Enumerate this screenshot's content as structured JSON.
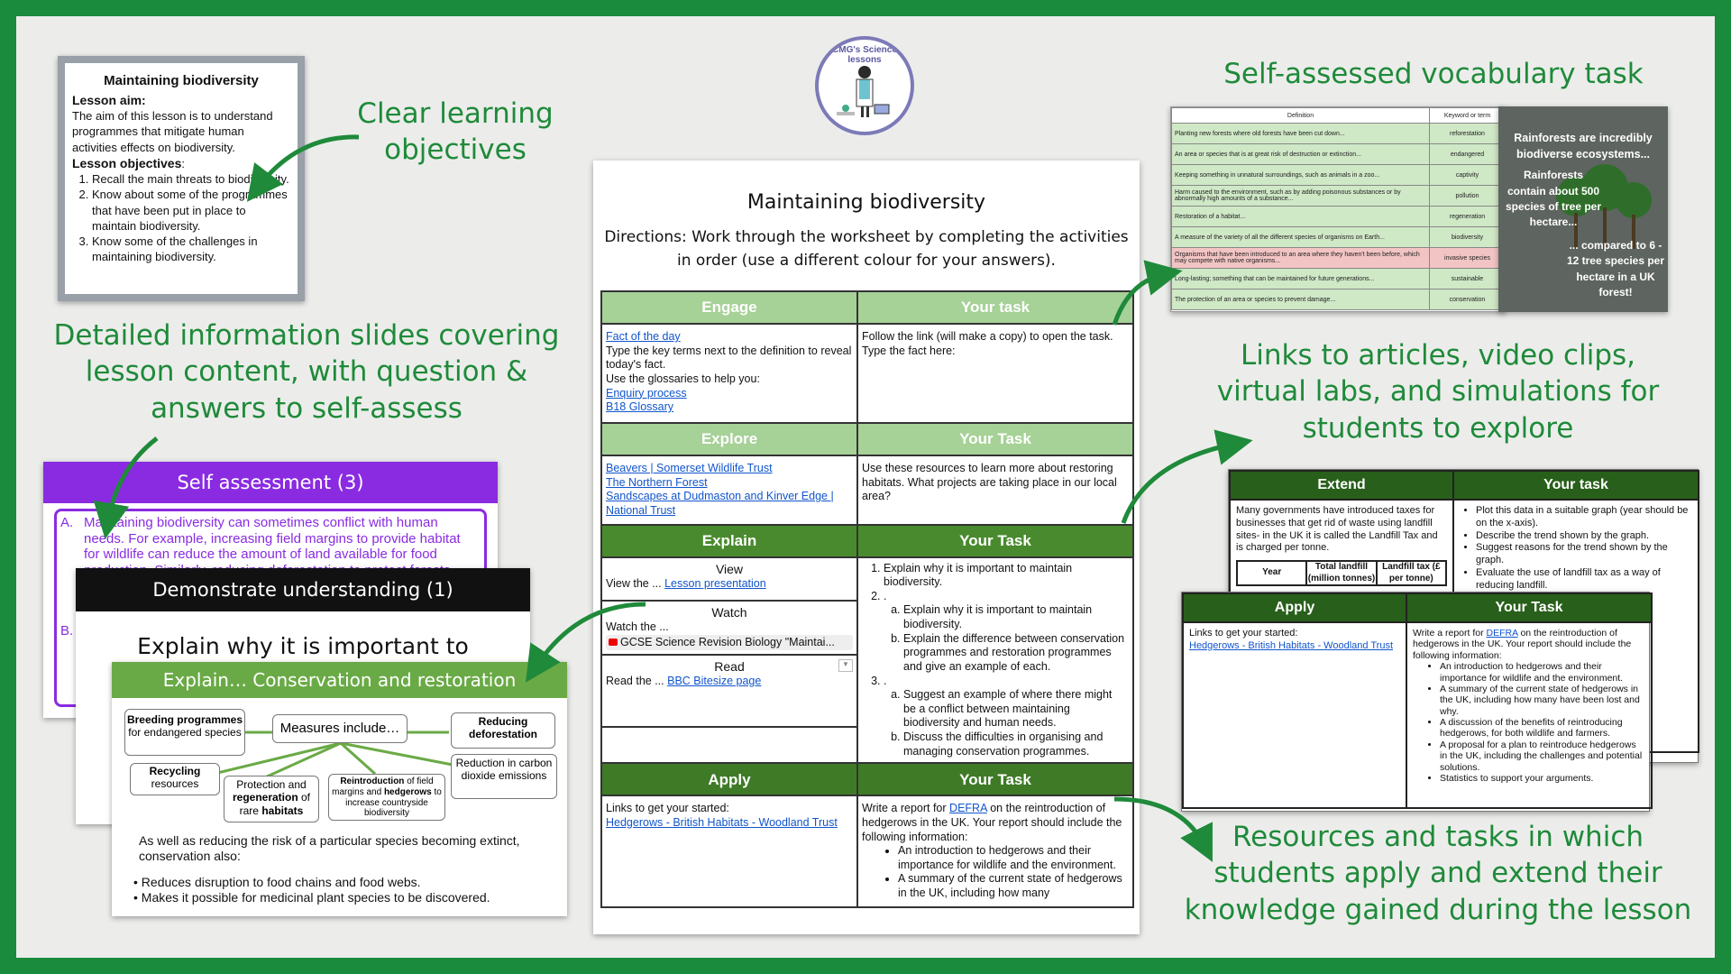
{
  "callouts": {
    "objectives": "Clear learning objectives",
    "information": "Detailed information slides covering lesson content, with question & answers to self-assess",
    "vocabulary": "Self-assessed vocabulary task",
    "links": "Links to articles, video clips, virtual labs, and simulations for students to explore",
    "resources": "Resources and tasks in which students apply and extend their knowledge gained during the lesson"
  },
  "logo": {
    "text": "CMG's Science lessons"
  },
  "objectives_card": {
    "title": "Maintaining biodiversity",
    "aim_label": "Lesson aim:",
    "aim": "The aim of this lesson is to understand programmes that mitigate human activities effects on biodiversity.",
    "objectives_label": "Lesson objectives",
    "objectives": [
      "Recall the main threats to biodiversity.",
      "Know about some of the programmes that have been put in place to maintain biodiversity.",
      "Know some of the challenges in maintaining biodiversity."
    ]
  },
  "slides": {
    "self_assessment": {
      "title": "Self assessment (3)",
      "letter_a": "A.",
      "text": "Maintaining biodiversity can sometimes conflict with human needs. For example, increasing field margins to provide habitat for wildlife can reduce the amount of land available for food production. Similarly, reducing deforestation to protect forests",
      "letter_b": "B."
    },
    "demonstrate": {
      "title": "Demonstrate understanding (1)",
      "text": "Explain why it is important to"
    },
    "explain": {
      "title": "Explain… Conservation and restoration",
      "center": "Measures include…",
      "breeding_b": "Breeding programmes",
      "breeding_r": "for endangered species",
      "recycling_b": "Recycling",
      "recycling_r": "resources",
      "protection_a": "Protection and",
      "protection_b": "regeneration",
      "protection_c": "of rare",
      "protection_d": "habitats",
      "reintro_a": "Reintroduction",
      "reintro_b": "of field margins and",
      "reintro_c": "hedgerows",
      "reintro_d": "to increase countryside biodiversity",
      "reducing_def": "Reducing deforestation",
      "reducing_carbon": "Reduction in carbon dioxide emissions",
      "paragraph": "As well as reducing the risk of a particular species becoming extinct, conservation also:",
      "bullets": [
        "Reduces disruption to food chains and food webs.",
        "Makes it possible for medicinal plant species to be discovered."
      ]
    }
  },
  "worksheet": {
    "title": "Maintaining biodiversity",
    "directions": "Directions: Work through the worksheet by completing the activities in order (use a different colour for your answers).",
    "your_task_1": "Your task",
    "your_task_2": "Your Task",
    "engage": {
      "label": "Engage",
      "link1": "Fact of the day",
      "text1": "Type the key terms next to the definition to reveal today's fact.",
      "text2": "Use the glossaries to help you:",
      "link2": "Enquiry process",
      "link3": "B18 Glossary",
      "task": "Follow the link (will make a copy) to open the task. Type the fact here:"
    },
    "explore": {
      "label": "Explore",
      "links": [
        "Beavers | Somerset Wildlife Trust",
        "The Northern Forest",
        "Sandscapes at Dudmaston and Kinver Edge | National Trust"
      ],
      "task": "Use these resources to learn more about restoring habitats. What projects are taking place in our local area?"
    },
    "explain": {
      "label": "Explain",
      "view_label": "View",
      "view_text": "View the ...",
      "view_link": "Lesson presentation",
      "watch_label": "Watch",
      "watch_text": "Watch the ...",
      "watch_chip": "GCSE Science Revision Biology \"Maintai...",
      "read_label": "Read",
      "read_text": "Read the ...",
      "read_link": "BBC Bitesize page",
      "q1": "Explain why it is important to maintain biodiversity.",
      "q2a": "Explain why it is important to maintain biodiversity.",
      "q2b": "Explain the difference between conservation programmes and restoration programmes and give an example of each.",
      "q3a": "Suggest an example of where there might be a conflict between maintaining biodiversity and human needs.",
      "q3b": "Discuss the difficulties in organising and managing conservation programmes."
    },
    "apply": {
      "label": "Apply",
      "text": "Links to get your started:",
      "link": "Hedgerows - British Habitats - Woodland Trust",
      "task_a": "Write a report for",
      "task_link": "DEFRA",
      "task_b": "on the reintroduction of hedgerows in the UK. Your report should include the following information:",
      "bullets": [
        "An introduction to hedgerows and their importance for wildlife and the environment.",
        "A summary of the current state of hedgerows in the UK, including how many"
      ]
    }
  },
  "vocab": {
    "col1": "Definition",
    "col2": "Keyword or term",
    "rows": [
      {
        "def": "Planting new forests where old forests have been cut down...",
        "term": "reforestation"
      },
      {
        "def": "An area or species that is at great risk of destruction or extinction...",
        "term": "endangered"
      },
      {
        "def": "Keeping something in unnatural surroundings, such as animals in a zoo...",
        "term": "captivity"
      },
      {
        "def": "Harm caused to the environment, such as by adding poisonous substances or by abnormally high amounts of a substance...",
        "term": "pollution"
      },
      {
        "def": "Restoration of a habitat...",
        "term": "regeneration"
      },
      {
        "def": "A measure of the variety of all the different species of organisms on Earth...",
        "term": "biodiversity"
      },
      {
        "def": "Organisms that have been introduced to an area where they haven't been before, which may compete with native organisms...",
        "term": "invasive species"
      },
      {
        "def": "Long-lasting; something that can be maintained for future generations...",
        "term": "sustainable"
      },
      {
        "def": "The protection of an area or species to prevent damage...",
        "term": "conservation"
      }
    ],
    "rainforest_1": "Rainforests are incredibly biodiverse ecosystems...",
    "rainforest_2": "Rainforests contain about 500 species of tree per hectare...",
    "rainforest_3": "... compared to 6 - 12 tree species per hectare in a UK forest!"
  },
  "extend_card": {
    "label": "Extend",
    "your_task": "Your task",
    "text": "Many governments have introduced taxes for businesses that get rid of waste using landfill sites- in the UK it is called the Landfill Tax and is charged per tonne.",
    "col_year": "Year",
    "col_total": "Total landfill (million tonnes)",
    "col_tax": "Landfill tax (£ per tonne)",
    "bullets": [
      "Plot this data in a suitable graph (year should be on the x-axis).",
      "Describe the trend shown by the graph.",
      "Suggest reasons for the trend shown by the graph.",
      "Evaluate the use of landfill tax as a way of reducing landfill."
    ]
  },
  "apply_card": {
    "label": "Apply",
    "your_task": "Your Task",
    "text": "Links to get your started:",
    "link": "Hedgerows - British Habitats - Woodland Trust",
    "task_a": "Write a report for",
    "task_link": "DEFRA",
    "task_b": "on the reintroduction of hedgerows in the UK. Your report should include the following information:",
    "bullets": [
      "An introduction to hedgerows and their importance for wildlife and the environment.",
      "A summary of the current state of hedgerows in the UK, including how many have been lost and why.",
      "A discussion of the benefits of reintroducing hedgerows, for both wildlife and farmers.",
      "A proposal for a plan to reintroduce hedgerows in the UK, including the challenges and potential solutions.",
      "Statistics to support your arguments."
    ]
  }
}
